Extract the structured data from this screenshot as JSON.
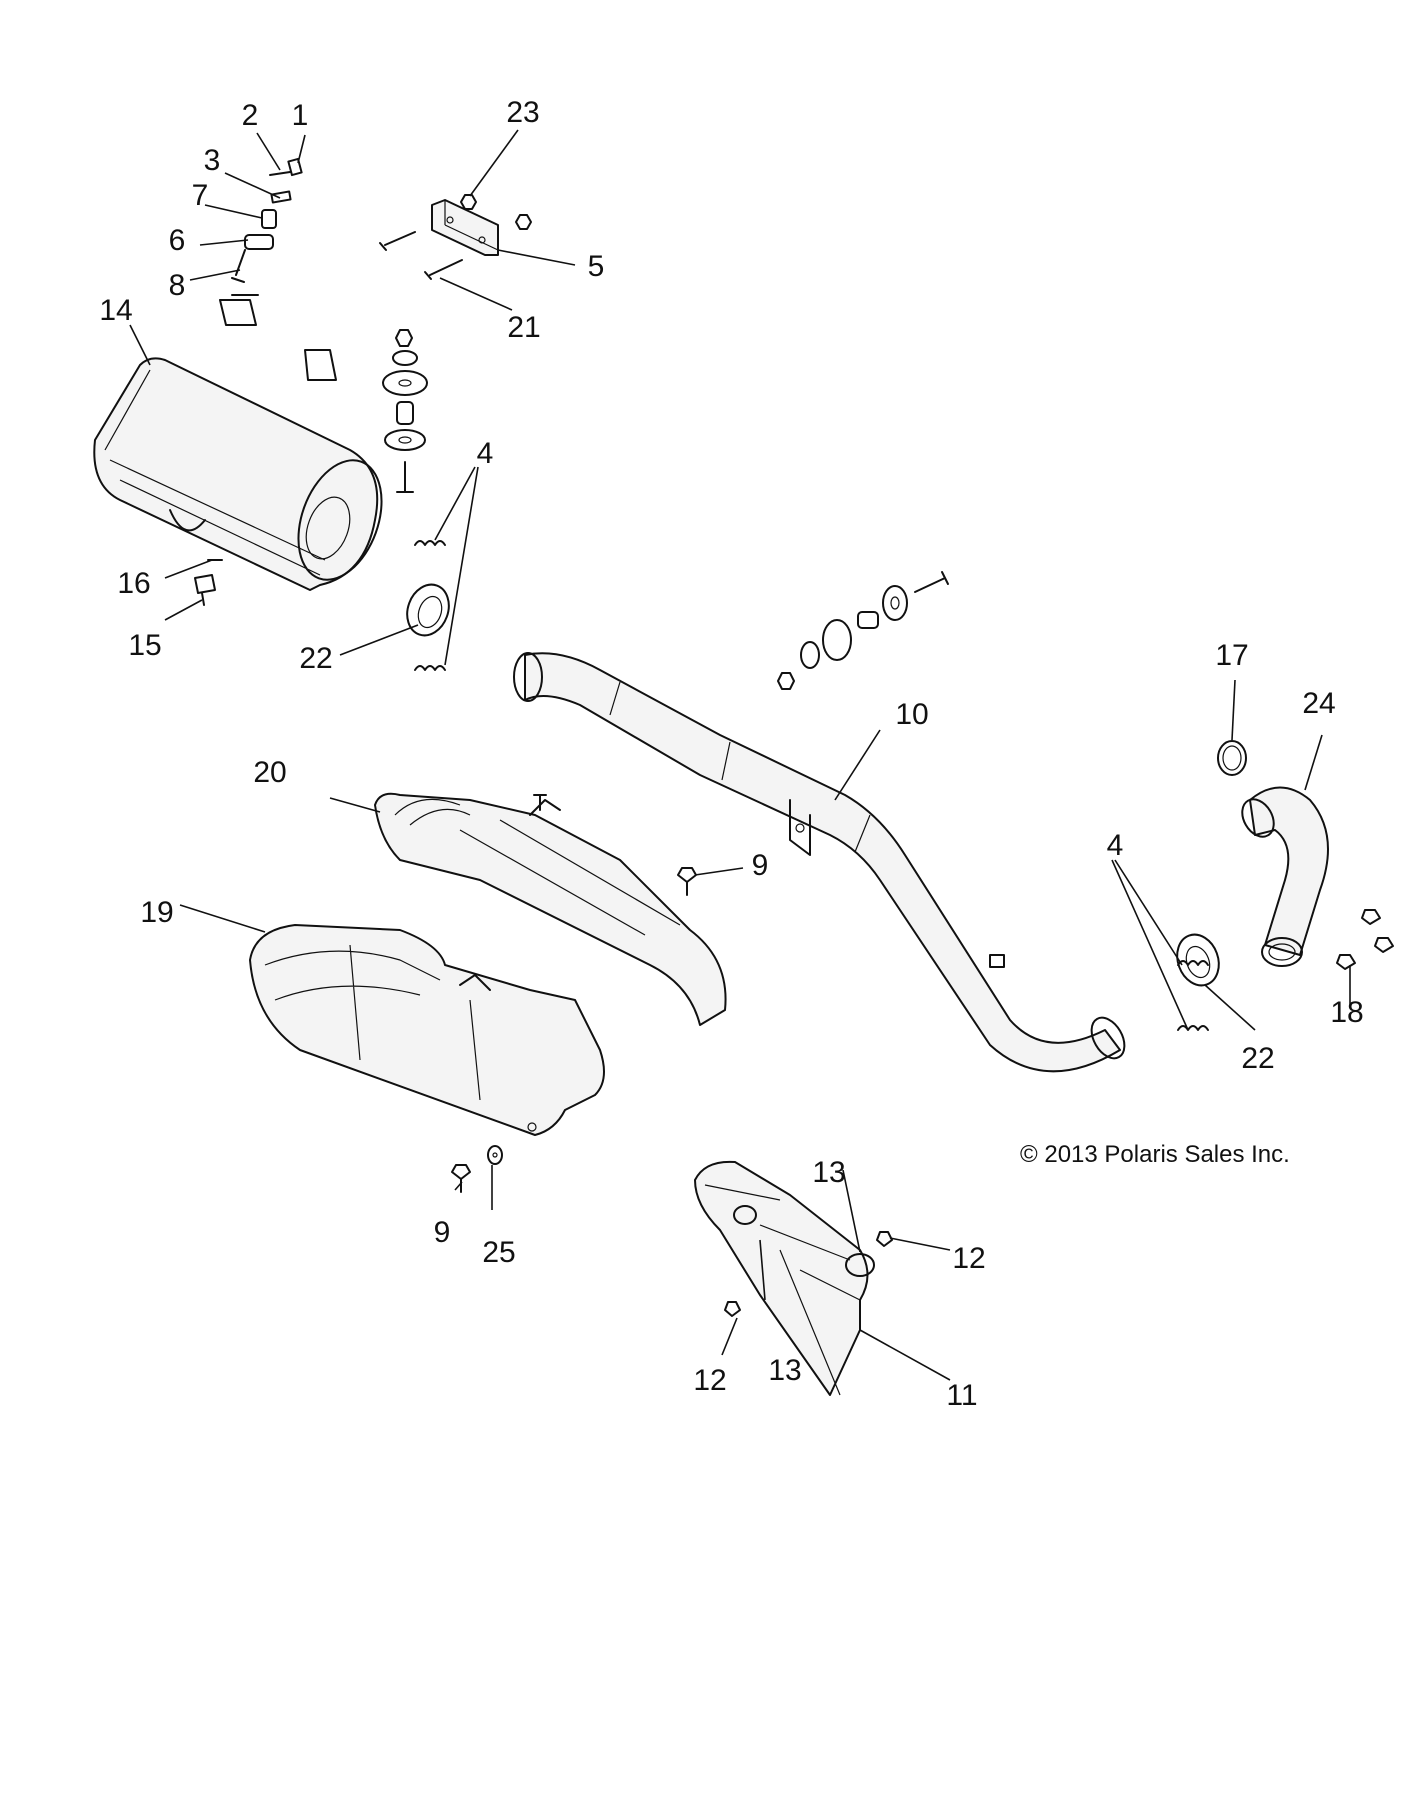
{
  "callouts": {
    "c1": "1",
    "c2": "2",
    "c3": "3",
    "c4a": "4",
    "c4b": "4",
    "c5": "5",
    "c6": "6",
    "c7": "7",
    "c8": "8",
    "c9a": "9",
    "c9b": "9",
    "c10": "10",
    "c11": "11",
    "c12a": "12",
    "c12b": "12",
    "c13a": "13",
    "c13b": "13",
    "c14": "14",
    "c15": "15",
    "c16": "16",
    "c17": "17",
    "c18": "18",
    "c19": "19",
    "c20": "20",
    "c21": "21",
    "c22a": "22",
    "c22b": "22",
    "c23": "23",
    "c24": "24",
    "c25": "25"
  },
  "copyright": "© 2013 Polaris Sales Inc."
}
